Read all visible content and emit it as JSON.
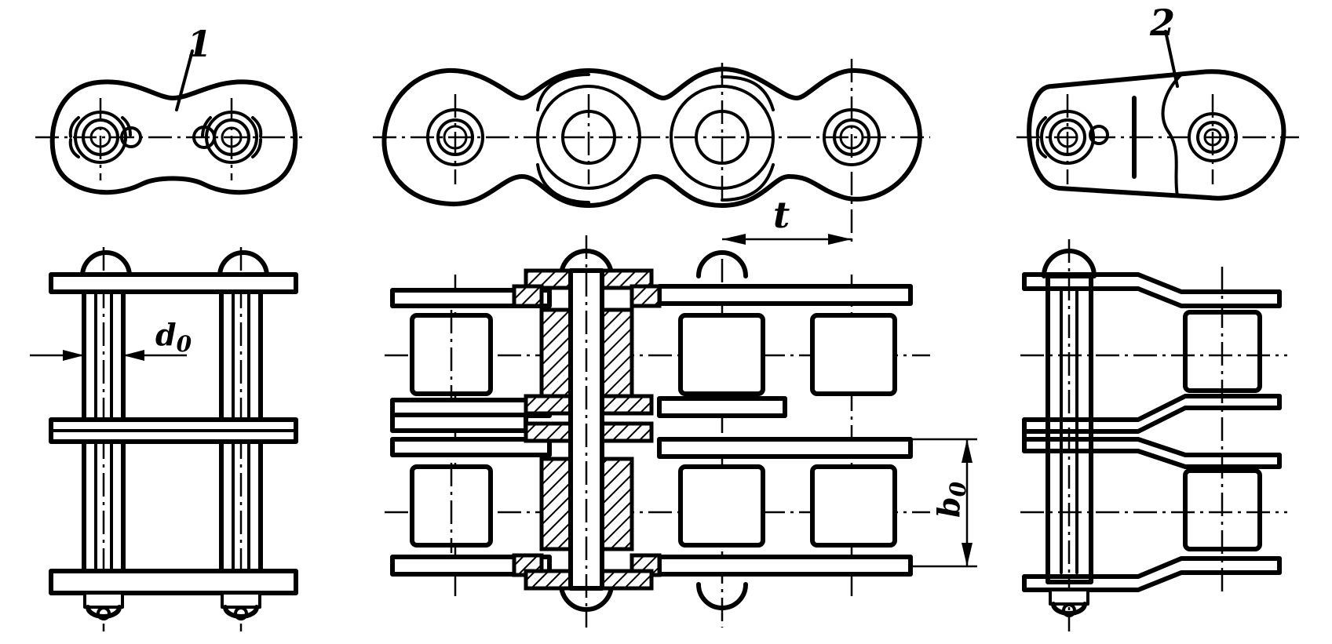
{
  "labels": {
    "part_1": "1",
    "part_2": "2",
    "pitch": "t",
    "pin_diameter": "d",
    "pin_diameter_sub": "0",
    "row_spacing": "b",
    "row_spacing_sub": "0"
  }
}
